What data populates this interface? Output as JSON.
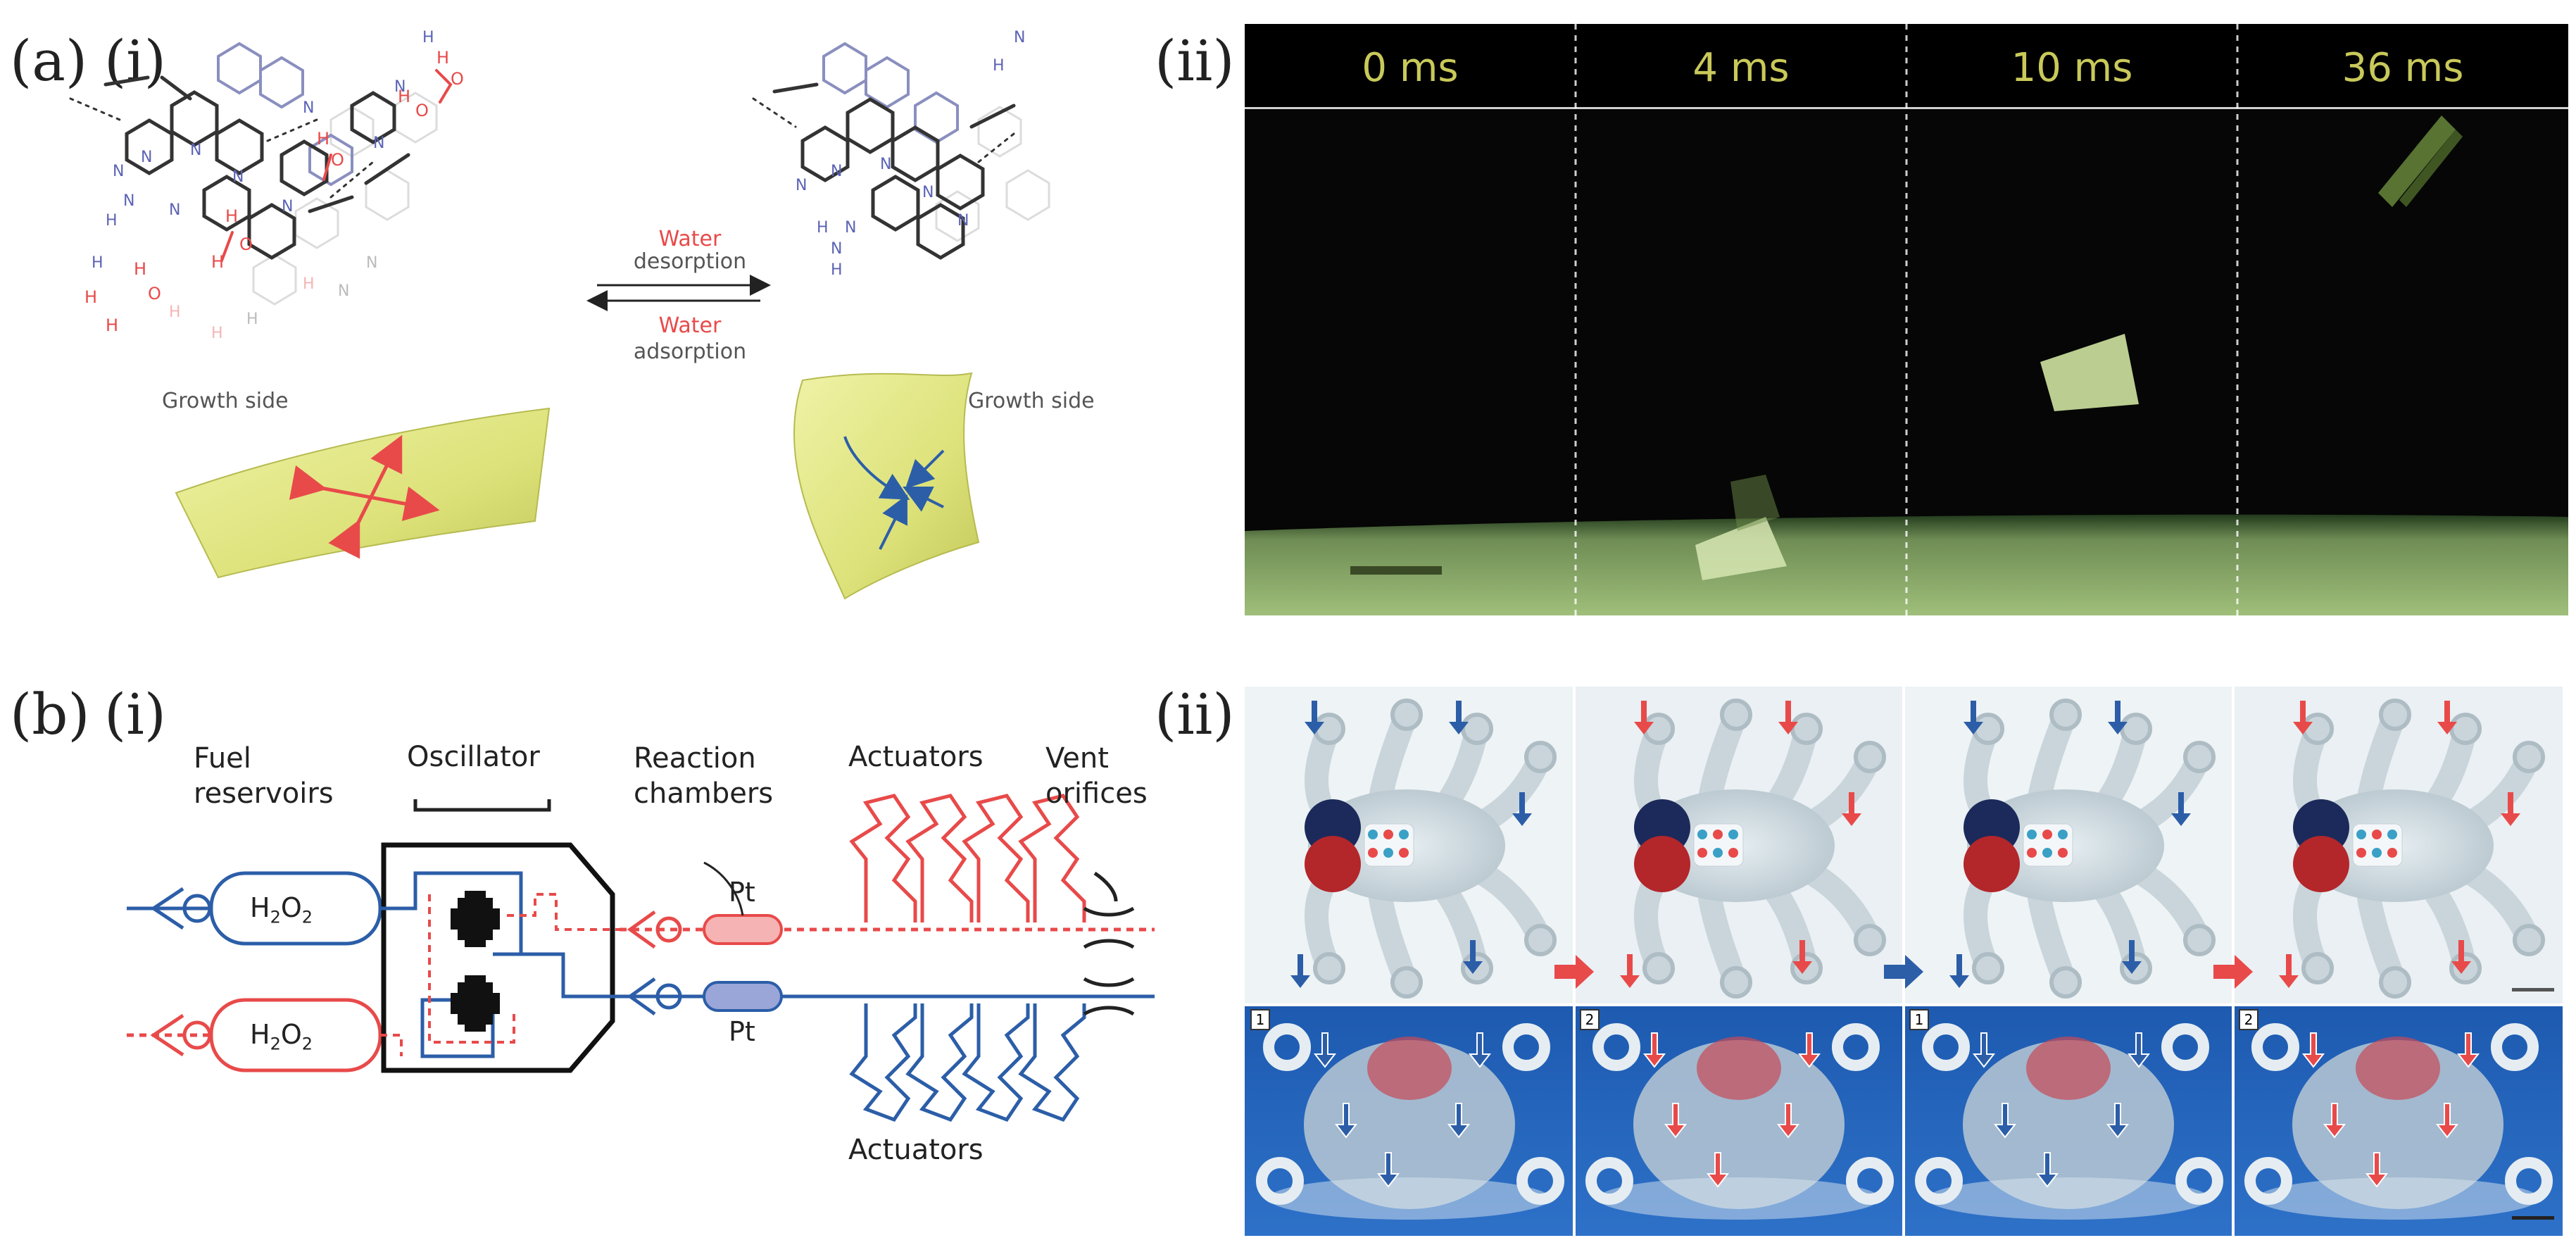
{
  "labels": {
    "a": "(a)",
    "b": "(b)",
    "i": "(i)",
    "ii": "(ii)"
  },
  "panel_a_i": {
    "water_top": "Water",
    "desorption": "desorption",
    "water_bottom": "Water",
    "adsorption": "adsorption",
    "growth_side_left": "Growth side",
    "growth_side_right": "Growth side"
  },
  "panel_a_ii": {
    "frames": [
      "0 ms",
      "4 ms",
      "10 ms",
      "36 ms"
    ]
  },
  "panel_b_i": {
    "fuel_line1": "Fuel",
    "fuel_line2": "reservoirs",
    "oscillator": "Oscillator",
    "reaction_line1": "Reaction",
    "reaction_line2": "chambers",
    "actuators_top": "Actuators",
    "actuators_bottom": "Actuators",
    "vent_line1": "Vent",
    "vent_line2": "orifices",
    "fuel_text": "H",
    "fuel_sub1": "2",
    "fuel_mid": "O",
    "fuel_sub2": "2",
    "catalyst_top": "Pt",
    "catalyst_bottom": "Pt"
  },
  "panel_b_ii": {
    "frame_numbers": [
      "1",
      "2",
      "1",
      "2"
    ]
  },
  "colors": {
    "red": "#e84a4a",
    "blue": "#2c5ea8",
    "yellow_text": "#c9c95a",
    "film": "#e4e78a"
  }
}
